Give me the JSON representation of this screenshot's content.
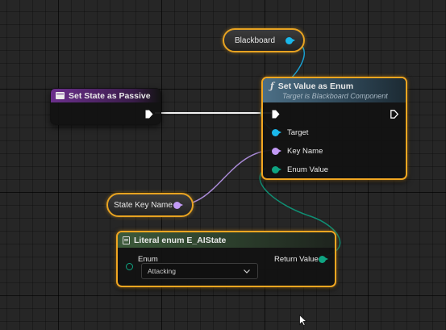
{
  "nodes": {
    "blackboard": {
      "label": "Blackboard"
    },
    "set_state_passive": {
      "title": "Set State as Passive"
    },
    "set_value_enum": {
      "title": "Set Value as Enum",
      "subtitle": "Target is Blackboard Component",
      "pins": {
        "target": "Target",
        "key_name": "Key Name",
        "enum_value": "Enum Value"
      }
    },
    "state_key_name": {
      "label": "State Key Name"
    },
    "literal_enum": {
      "title": "Literal enum E_AIState",
      "enum_label": "Enum",
      "selected_value": "Attacking",
      "return_label": "Return Value"
    }
  },
  "colors": {
    "selection_outline": "#f1a621",
    "object_pin": "#1ab7ea",
    "name_pin": "#c29af5",
    "enum_pin": "#0fa482",
    "function_header": "#4c6f86",
    "event_header": "#6b2f8c",
    "literal_header": "#3c5a3a",
    "exec_wire": "#ffffff"
  },
  "icons": {
    "function": "function-icon",
    "event": "event-icon",
    "literal": "literal-icon",
    "dropdown": "chevron-down-icon",
    "cursor": "mouse-cursor-icon"
  }
}
